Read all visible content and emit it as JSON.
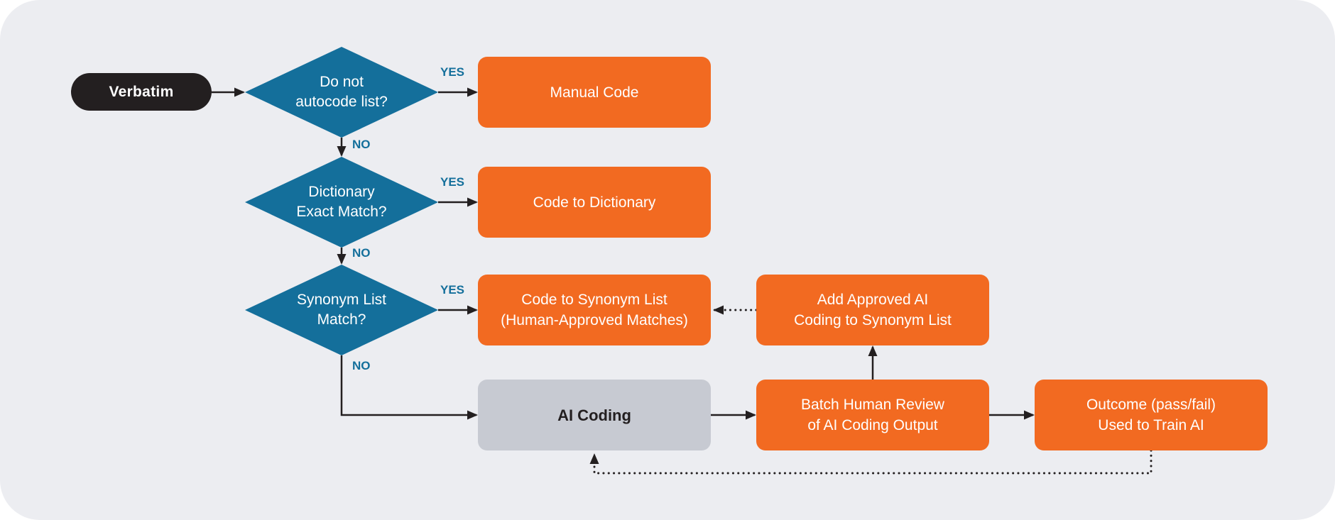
{
  "diagram": {
    "nodes": {
      "verbatim": {
        "shape": "pill",
        "label": "Verbatim"
      },
      "decision_autocode": {
        "shape": "diamond",
        "label": "Do not\nautocode list?"
      },
      "decision_dictionary": {
        "shape": "diamond",
        "label": "Dictionary\nExact Match?"
      },
      "decision_synonym": {
        "shape": "diamond",
        "label": "Synonym List\nMatch?"
      },
      "manual_code": {
        "shape": "rect",
        "label": "Manual Code"
      },
      "code_to_dictionary": {
        "shape": "rect",
        "label": "Code to Dictionary"
      },
      "code_to_synonym": {
        "shape": "rect",
        "label": "Code to Synonym List\n(Human-Approved Matches)"
      },
      "add_approved": {
        "shape": "rect",
        "label": "Add Approved AI\nCoding to Synonym List"
      },
      "ai_coding": {
        "shape": "rect",
        "label": "AI Coding"
      },
      "batch_review": {
        "shape": "rect",
        "label": "Batch Human Review\nof AI Coding Output"
      },
      "outcome": {
        "shape": "rect",
        "label": "Outcome (pass/fail)\nUsed to Train AI"
      }
    },
    "edge_labels": {
      "yes1": "YES",
      "no1": "NO",
      "yes2": "YES",
      "no2": "NO",
      "yes3": "YES",
      "no3": "NO"
    },
    "colors": {
      "panel": "#ECEDF1",
      "teal": "#146F9B",
      "orange": "#F26A21",
      "black": "#231F20",
      "gray": "#C7CAD2",
      "arrow": "#231F20",
      "label": "#146F9B",
      "white": "#FFFFFF"
    }
  }
}
